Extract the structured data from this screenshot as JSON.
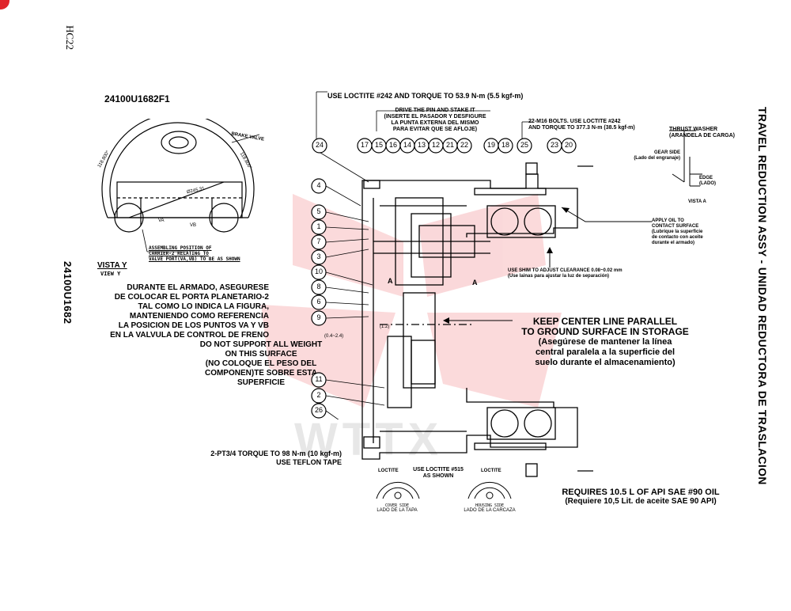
{
  "page_code": "HC22",
  "drawing_number": "24100U1682F1",
  "side_drawing_number": "24100U1682",
  "side_title": "TRAVEL REDUCTION ASSY - UNIDAD REDUCTORA DE TRASLACION",
  "view_y": {
    "label": "VISTA Y",
    "sublabel": "VIEW Y",
    "brake_valve": "BRAKE VALVE",
    "dim_angle_left": "118.800°",
    "dim_angle_right": "118.800°",
    "dim_dia": "Ø245.31",
    "mark_va": "VA",
    "mark_vb": "VB",
    "note": [
      "ASSEMBLING POSITION OF",
      "CARRIER-2 RELATING TO",
      "VALVE PORT(VA,VB) TO BE AS SHOWN"
    ]
  },
  "durante_note": [
    "DURANTE EL ARMADO, ASEGURESE",
    "DE COLOCAR EL PORTA PLANETARIO-2",
    "TAL COMO LO INDICA LA FIGURA,",
    "MANTENIENDO COMO REFERENCIA",
    "LA POSICION DE LOS PUNTOS VA Y VB",
    "EN LA VALVULA DE CONTROL DE FRENO"
  ],
  "support_note": [
    "DO NOT SUPPORT ALL WEIGHT",
    "ON THIS SURFACE",
    "(NO COLOQUE EL PESO DEL",
    "COMPONEN)TE SOBRE ESTA",
    "SUPERFICIE"
  ],
  "pt34_note": [
    "2-PT3/4 TORQUE TO 98 N-m (10 kgf-m)",
    "USE TEFLON TAPE"
  ],
  "loctite242": "USE LOCTITE #242 AND TORQUE TO 53.9 N-m (5.5 kgf-m)",
  "drive_pin": [
    "DRIVE THE PIN AND STAKE IT",
    "(INSERTE EL PASADOR Y DESFIGURE",
    "LA PUNTA EXTERNA DEL MISMO",
    "PARA EVITAR QUE SE AFLOJE)"
  ],
  "bolts_note": [
    "22-M16 BOLTS. USE LOCTITE #242",
    "AND TORQUE TO 377.3 N-m (38.5 kgf-m)"
  ],
  "thrust_washer": [
    "THRUST WASHER",
    "(ARANDELA DE CARGA)"
  ],
  "gear_side": [
    "GEAR SIDE",
    "(Lado del engranaje)"
  ],
  "edge": [
    "EDGE",
    "(LADO)"
  ],
  "vista_a": "VISTA A",
  "apply_oil": [
    "APPLY OIL TO",
    "CONTACT SURFACE",
    "(Lubrique la superficie",
    "de contacto con aceite",
    "durante el armado)"
  ],
  "shim_note": [
    "USE SHIM TO ADJUST CLEARANCE 0.08~0.02 mm",
    "(Use lainas para ajustar la luz de separación)"
  ],
  "centerline_note": [
    "KEEP CENTER LINE PARALLEL",
    "TO GROUND SURFACE IN STORAGE",
    "(Asegúrese de mantener la línea",
    "central paralela a la superficie del",
    "suelo durante el almacenamiento)"
  ],
  "oil_note": [
    "REQUIRES 10.5 L OF API SAE #90 OIL",
    "(Requiere 10,5 Lit. de aceite SAE 90 API)"
  ],
  "loctite515": [
    "USE LOCTITE #515",
    "AS SHOWN"
  ],
  "loctite_label": "LOCTITE",
  "cover_side": [
    "COVER SIDE",
    "LADO DE LA TAPA"
  ],
  "housing_side": [
    "HOUSING SIDE",
    "LADO DE LA CARCAZA"
  ],
  "dim_mark_1": "(1.2)",
  "dim_mark_2": "(0.4~2.4)",
  "section_a": "A",
  "balloons_left": [
    "4",
    "5",
    "1",
    "7",
    "3",
    "10",
    "8",
    "6",
    "9"
  ],
  "balloons_lower": [
    "11",
    "2",
    "26"
  ],
  "balloons_top": [
    "24",
    "17",
    "15",
    "16",
    "14",
    "13",
    "12",
    "21",
    "22",
    "19",
    "18",
    "25",
    "23",
    "20"
  ],
  "watermark": "WTTX",
  "colors": {
    "ink": "#000000",
    "watermark": "#e8303a",
    "badge": "#e0242a"
  }
}
